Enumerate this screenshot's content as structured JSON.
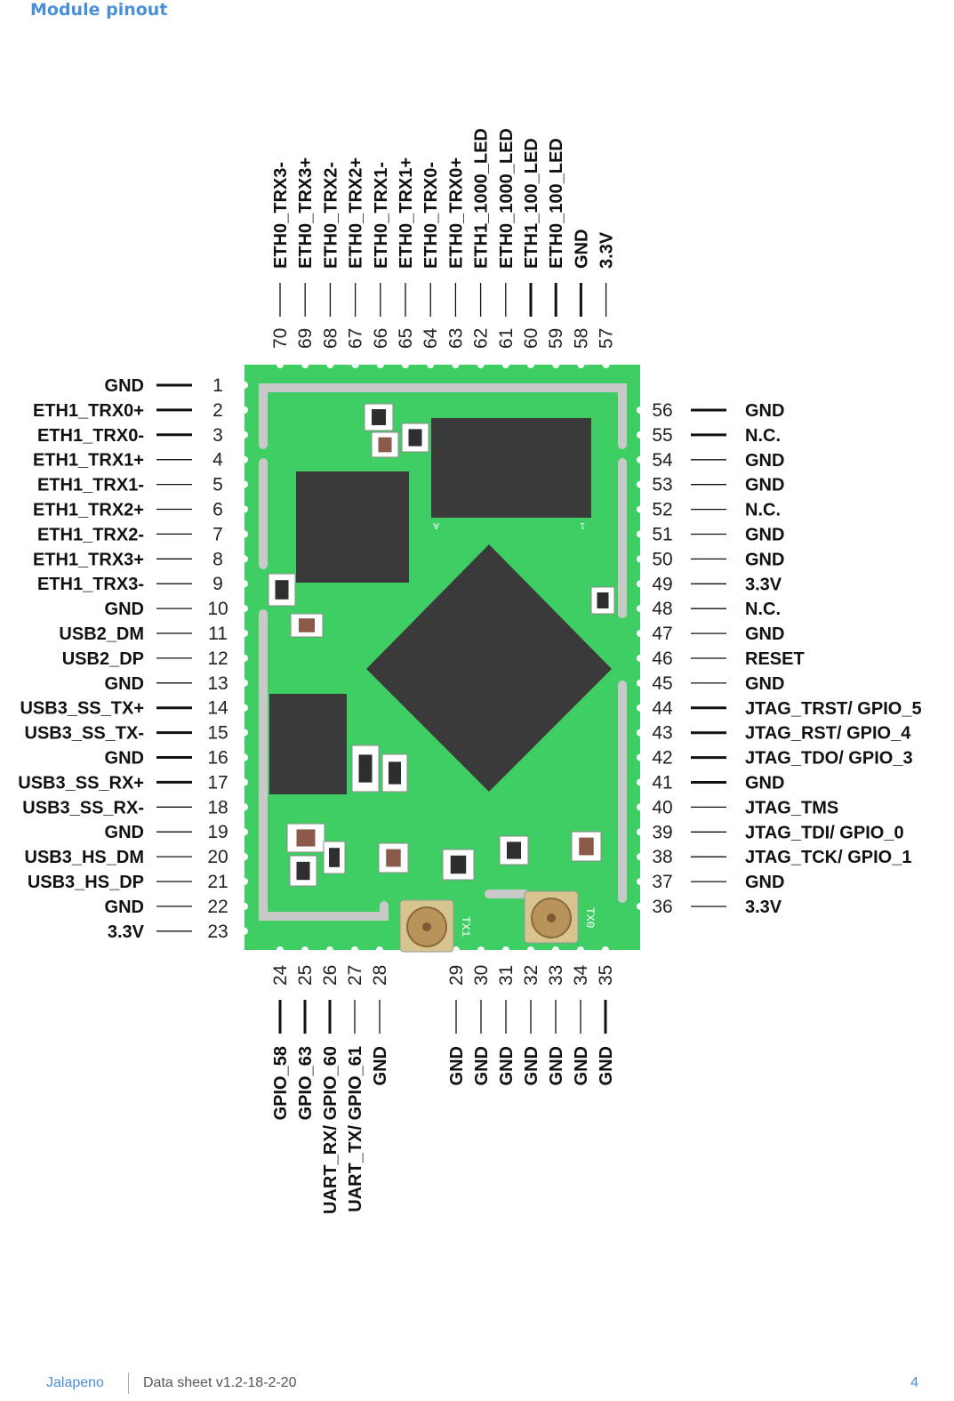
{
  "header": {
    "title": "Module pinout"
  },
  "footer": {
    "product": "Jalapeno",
    "doc": "Data sheet v1.2-18-2-20",
    "page": "4"
  },
  "board": {
    "silkscreen_tx1": "TX1",
    "silkscreen_tx0": "TX0",
    "mark_a": "A",
    "mark_1": "1"
  },
  "pins": {
    "left": [
      {
        "num": "1",
        "label": "GND",
        "strong": true
      },
      {
        "num": "2",
        "label": "ETH1_TRX0+",
        "strong": true
      },
      {
        "num": "3",
        "label": "ETH1_TRX0-",
        "strong": true
      },
      {
        "num": "4",
        "label": "ETH1_TRX1+",
        "strong": false
      },
      {
        "num": "5",
        "label": "ETH1_TRX1-",
        "strong": false
      },
      {
        "num": "6",
        "label": "ETH1_TRX2+",
        "strong": false
      },
      {
        "num": "7",
        "label": "ETH1_TRX2-",
        "strong": false
      },
      {
        "num": "8",
        "label": "ETH1_TRX3+",
        "strong": false
      },
      {
        "num": "9",
        "label": "ETH1_TRX3-",
        "strong": false
      },
      {
        "num": "10",
        "label": "GND",
        "strong": false
      },
      {
        "num": "11",
        "label": "USB2_DM",
        "strong": false
      },
      {
        "num": "12",
        "label": "USB2_DP",
        "strong": false
      },
      {
        "num": "13",
        "label": "GND",
        "strong": false
      },
      {
        "num": "14",
        "label": "USB3_SS_TX+",
        "strong": true
      },
      {
        "num": "15",
        "label": "USB3_SS_TX-",
        "strong": true
      },
      {
        "num": "16",
        "label": "GND",
        "strong": true
      },
      {
        "num": "17",
        "label": "USB3_SS_RX+",
        "strong": true
      },
      {
        "num": "18",
        "label": "USB3_SS_RX-",
        "strong": false
      },
      {
        "num": "19",
        "label": "GND",
        "strong": false
      },
      {
        "num": "20",
        "label": "USB3_HS_DM",
        "strong": false
      },
      {
        "num": "21",
        "label": "USB3_HS_DP",
        "strong": false
      },
      {
        "num": "22",
        "label": "GND",
        "strong": false
      },
      {
        "num": "23",
        "label": "3.3V",
        "strong": false
      }
    ],
    "right": [
      {
        "num": "56",
        "label": "GND",
        "strong": true
      },
      {
        "num": "55",
        "label": "N.C.",
        "strong": true
      },
      {
        "num": "54",
        "label": "GND",
        "strong": false
      },
      {
        "num": "53",
        "label": "GND",
        "strong": false
      },
      {
        "num": "52",
        "label": "N.C.",
        "strong": false
      },
      {
        "num": "51",
        "label": "GND",
        "strong": false
      },
      {
        "num": "50",
        "label": "GND",
        "strong": false
      },
      {
        "num": "49",
        "label": "3.3V",
        "strong": false
      },
      {
        "num": "48",
        "label": "N.C.",
        "strong": false
      },
      {
        "num": "47",
        "label": "GND",
        "strong": false
      },
      {
        "num": "46",
        "label": "RESET",
        "strong": false
      },
      {
        "num": "45",
        "label": "GND",
        "strong": false
      },
      {
        "num": "44",
        "label": "JTAG_TRST/ GPIO_5",
        "strong": true
      },
      {
        "num": "43",
        "label": "JTAG_RST/ GPIO_4",
        "strong": true
      },
      {
        "num": "42",
        "label": "JTAG_TDO/ GPIO_3",
        "strong": true
      },
      {
        "num": "41",
        "label": "GND",
        "strong": true
      },
      {
        "num": "40",
        "label": "JTAG_TMS",
        "strong": false
      },
      {
        "num": "39",
        "label": "JTAG_TDI/ GPIO_0",
        "strong": false
      },
      {
        "num": "38",
        "label": "JTAG_TCK/ GPIO_1",
        "strong": false
      },
      {
        "num": "37",
        "label": "GND",
        "strong": false
      },
      {
        "num": "36",
        "label": "3.3V",
        "strong": false
      }
    ],
    "top": [
      {
        "num": "70",
        "label": "ETH0_TRX3-",
        "strong": false
      },
      {
        "num": "69",
        "label": "ETH0_TRX3+",
        "strong": false
      },
      {
        "num": "68",
        "label": "ETH0_TRX2-",
        "strong": false
      },
      {
        "num": "67",
        "label": "ETH0_TRX2+",
        "strong": false
      },
      {
        "num": "66",
        "label": "ETH0_TRX1-",
        "strong": false
      },
      {
        "num": "65",
        "label": "ETH0_TRX1+",
        "strong": false
      },
      {
        "num": "64",
        "label": "ETH0_TRX0-",
        "strong": false
      },
      {
        "num": "63",
        "label": "ETH0_TRX0+",
        "strong": false
      },
      {
        "num": "62",
        "label": "ETH1_1000_LED",
        "strong": false
      },
      {
        "num": "61",
        "label": "ETH0_1000_LED",
        "strong": false
      },
      {
        "num": "60",
        "label": "ETH1_100_LED",
        "strong": true
      },
      {
        "num": "59",
        "label": "ETH0_100_LED",
        "strong": true
      },
      {
        "num": "58",
        "label": "GND",
        "strong": true
      },
      {
        "num": "57",
        "label": "3.3V",
        "strong": false
      }
    ],
    "bottom": [
      {
        "num": "24",
        "label": "GPIO_58",
        "strong": true
      },
      {
        "num": "25",
        "label": "GPIO_63",
        "strong": true
      },
      {
        "num": "26",
        "label": "UART_RX/ GPIO_60",
        "strong": true
      },
      {
        "num": "27",
        "label": "UART_TX/ GPIO_61",
        "strong": false
      },
      {
        "num": "28",
        "label": "GND",
        "strong": false
      },
      {
        "num": "29",
        "label": "GND",
        "strong": false
      },
      {
        "num": "30",
        "label": "GND",
        "strong": false
      },
      {
        "num": "31",
        "label": "GND",
        "strong": false
      },
      {
        "num": "32",
        "label": "GND",
        "strong": false
      },
      {
        "num": "33",
        "label": "GND",
        "strong": false
      },
      {
        "num": "34",
        "label": "GND",
        "strong": false
      },
      {
        "num": "35",
        "label": "GND",
        "strong": true
      }
    ]
  },
  "colors": {
    "pcb": "#3fce63",
    "chip": "#3a3a3a",
    "trace": "#c9c9c9",
    "antenna_pad": "#c9a96e"
  }
}
